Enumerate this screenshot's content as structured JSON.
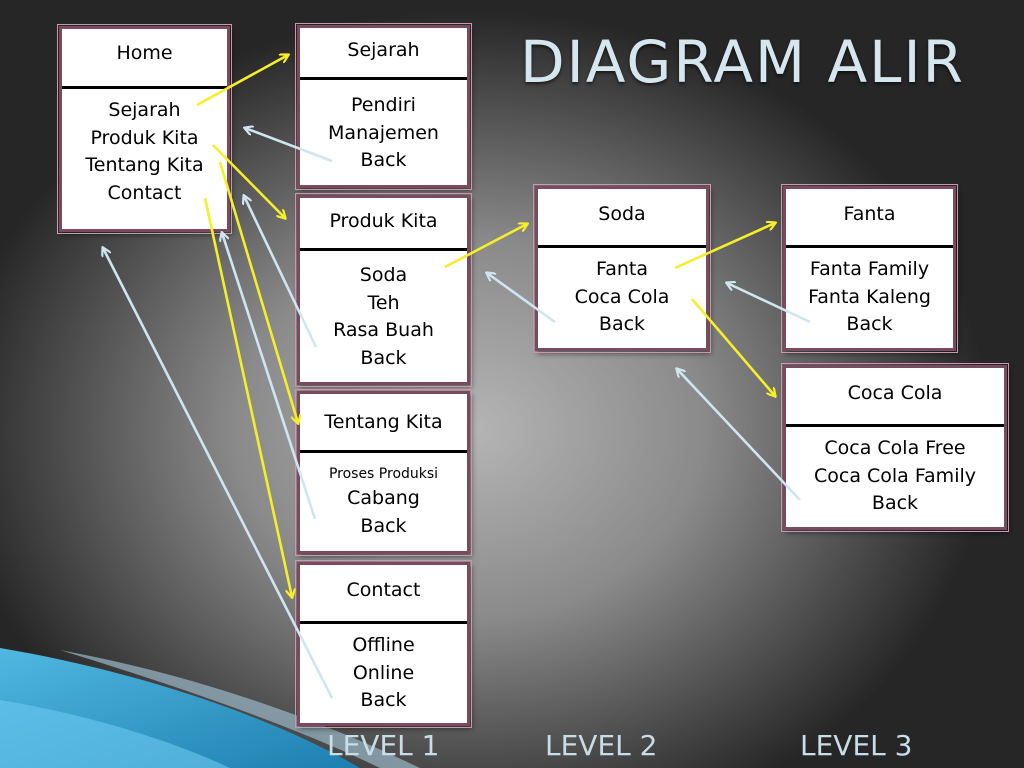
{
  "title": "DIAGRAM ALIR",
  "boxes": {
    "home": {
      "head": "Home",
      "items": [
        "Sejarah",
        "Produk Kita",
        "Tentang Kita",
        "Contact"
      ]
    },
    "sejarah": {
      "head": "Sejarah",
      "items": [
        "Pendiri",
        "Manajemen",
        "Back"
      ]
    },
    "produk": {
      "head": "Produk Kita",
      "items": [
        "Soda",
        "Teh",
        "Rasa Buah",
        "Back"
      ]
    },
    "tentang": {
      "head": "Tentang Kita",
      "items": [
        "Proses Produksi",
        "Cabang",
        "Back"
      ]
    },
    "contact": {
      "head": "Contact",
      "items": [
        "Offline",
        "Online",
        "Back"
      ]
    },
    "soda": {
      "head": "Soda",
      "items": [
        "Fanta",
        "Coca Cola",
        "Back"
      ]
    },
    "fanta": {
      "head": "Fanta",
      "items": [
        "Fanta Family",
        "Fanta Kaleng",
        "Back"
      ]
    },
    "cocacola": {
      "head": "Coca Cola",
      "items": [
        "Coca Cola Free",
        "Coca Cola Family",
        "Back"
      ]
    }
  },
  "levels": [
    "LEVEL 1",
    "LEVEL 2",
    "LEVEL 3"
  ],
  "colors": {
    "forward_arrow": "#f5ef2a",
    "back_arrow": "#cfe6f0",
    "box_border": "#7a4a5e"
  }
}
